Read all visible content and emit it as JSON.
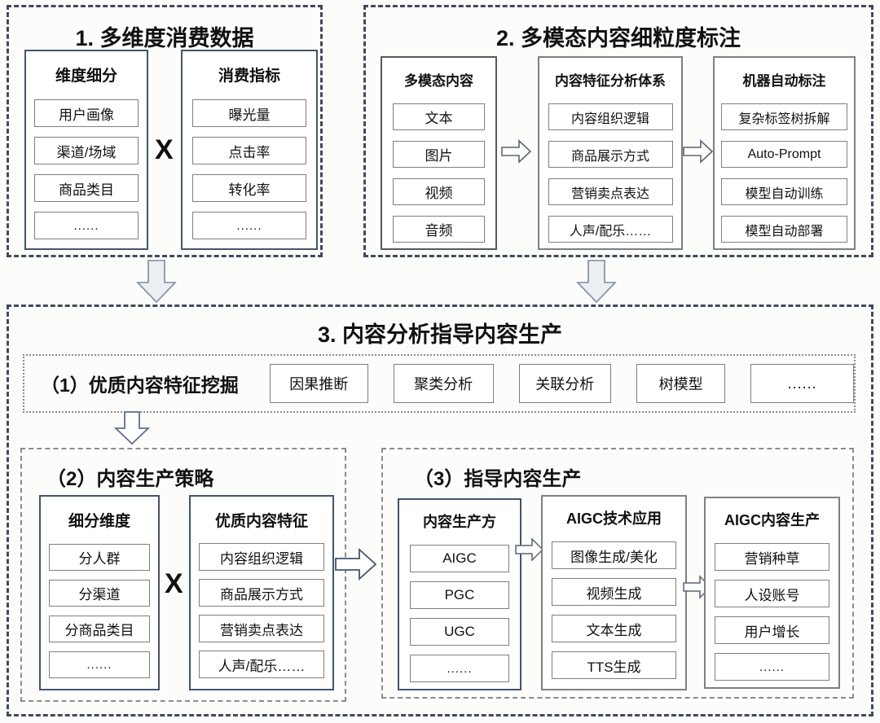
{
  "colors": {
    "outer_dash_border": "#3F4A5E",
    "inner_dash_border": "#8C8C8C",
    "primary_box_border": "#44546A",
    "item_box_border": "#7F7F7F",
    "big_arrow_fill": "#ECEEF2",
    "arrow_stroke": "#5E6F92",
    "text": "#111111"
  },
  "sec1": {
    "title": "1. 多维度消费数据",
    "cross": "X",
    "left": {
      "header": "维度细分",
      "items": [
        "用户画像",
        "渠道/场域",
        "商品类目",
        "......"
      ]
    },
    "right": {
      "header": "消费指标",
      "items": [
        "曝光量",
        "点击率",
        "转化率",
        "......"
      ]
    }
  },
  "sec2": {
    "title": "2. 多模态内容细粒度标注",
    "col1": {
      "header": "多模态内容",
      "items": [
        "文本",
        "图片",
        "视频",
        "音频"
      ]
    },
    "col2": {
      "header": "内容特征分析体系",
      "items": [
        "内容组织逻辑",
        "商品展示方式",
        "营销卖点表达",
        "人声/配乐……"
      ]
    },
    "col3": {
      "header": "机器自动标注",
      "items": [
        "复杂标签树拆解",
        "Auto-Prompt",
        "模型自动训练",
        "模型自动部署"
      ]
    }
  },
  "sec3": {
    "title": "3. 内容分析指导内容生产",
    "sub1": {
      "title": "（1）优质内容特征挖掘",
      "items": [
        "因果推断",
        "聚类分析",
        "关联分析",
        "树模型",
        "......"
      ]
    },
    "sub2": {
      "title": "（2）内容生产策略",
      "cross": "X",
      "left": {
        "header": "细分维度",
        "items": [
          "分人群",
          "分渠道",
          "分商品类目",
          "......"
        ]
      },
      "right": {
        "header": "优质内容特征",
        "items": [
          "内容组织逻辑",
          "商品展示方式",
          "营销卖点表达",
          "人声/配乐……"
        ]
      }
    },
    "sub3": {
      "title": "（3）指导内容生产",
      "col1": {
        "header": "内容生产方",
        "items": [
          "AIGC",
          "PGC",
          "UGC",
          "......"
        ]
      },
      "col2": {
        "header": "AIGC技术应用",
        "items": [
          "图像生成/美化",
          "视频生成",
          "文本生成",
          "TTS生成"
        ]
      },
      "col3": {
        "header": "AIGC内容生产",
        "items": [
          "营销种草",
          "人设账号",
          "用户增长",
          "......"
        ]
      }
    }
  }
}
